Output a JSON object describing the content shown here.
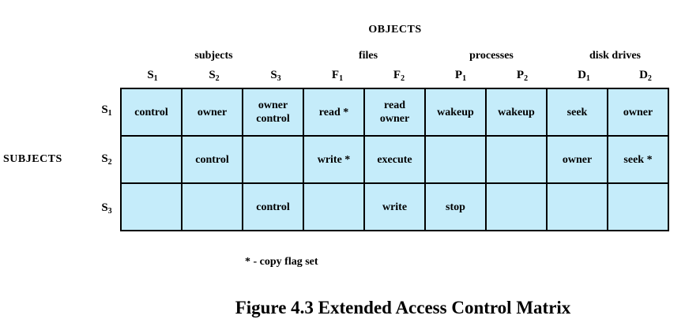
{
  "objects_label": "OBJECTS",
  "subjects_label": "SUBJECTS",
  "groups": [
    "subjects",
    "files",
    "processes",
    "disk drives"
  ],
  "columns": [
    {
      "base": "S",
      "sub": "1"
    },
    {
      "base": "S",
      "sub": "2"
    },
    {
      "base": "S",
      "sub": "3"
    },
    {
      "base": "F",
      "sub": "1"
    },
    {
      "base": "F",
      "sub": "2"
    },
    {
      "base": "P",
      "sub": "1"
    },
    {
      "base": "P",
      "sub": "2"
    },
    {
      "base": "D",
      "sub": "1"
    },
    {
      "base": "D",
      "sub": "2"
    }
  ],
  "rows": [
    {
      "base": "S",
      "sub": "1"
    },
    {
      "base": "S",
      "sub": "2"
    },
    {
      "base": "S",
      "sub": "3"
    }
  ],
  "cells": [
    [
      "control",
      "owner",
      "owner\ncontrol",
      "read *",
      "read\nowner",
      "wakeup",
      "wakeup",
      "seek",
      "owner"
    ],
    [
      "",
      "control",
      "",
      "write *",
      "execute",
      "",
      "",
      "owner",
      "seek *"
    ],
    [
      "",
      "",
      "control",
      "",
      "write",
      "stop",
      "",
      "",
      ""
    ]
  ],
  "footnote": "* - copy flag set",
  "caption": "Figure 4.3  Extended Access Control Matrix"
}
